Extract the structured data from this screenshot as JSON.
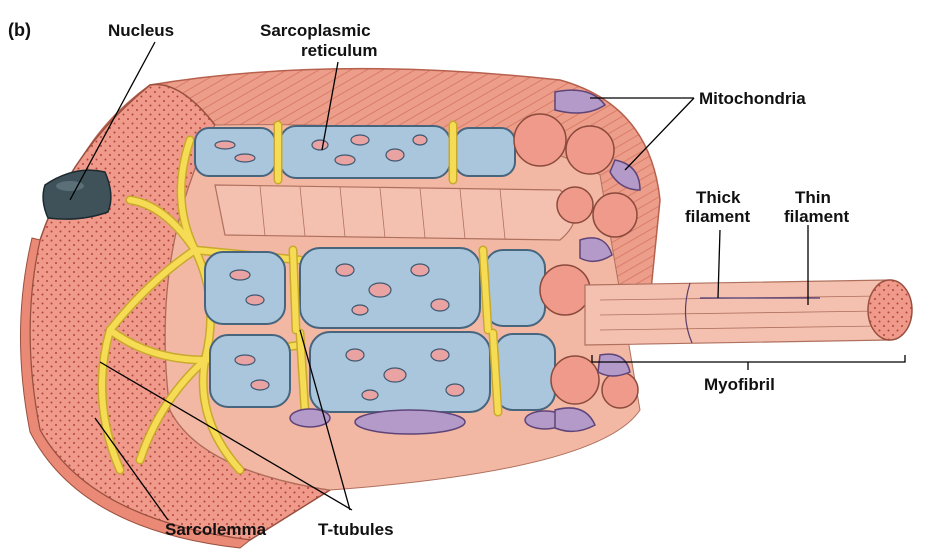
{
  "figure": {
    "panel_label": "(b)",
    "labels": {
      "nucleus": "Nucleus",
      "sarcoplasmic_line1": "Sarcoplasmic",
      "sarcoplasmic_line2": "reticulum",
      "mitochondria": "Mitochondria",
      "thick_line1": "Thick",
      "thick_line2": "filament",
      "thin_line1": "Thin",
      "thin_line2": "filament",
      "myofibril": "Myofibril",
      "sarcolemma": "Sarcolemma",
      "t_tubules": "T-tubules"
    },
    "colors": {
      "sarcolemma": "#ec9e8a",
      "cytoplasm": "#f1ae97",
      "t_tubule": "#f6dc55",
      "sarcoplasmic_reticulum": "#a9c6dc",
      "mitochondria": "#b49ac9",
      "myofibril": "#f4c1b0",
      "nucleus": "#3f525a"
    }
  }
}
